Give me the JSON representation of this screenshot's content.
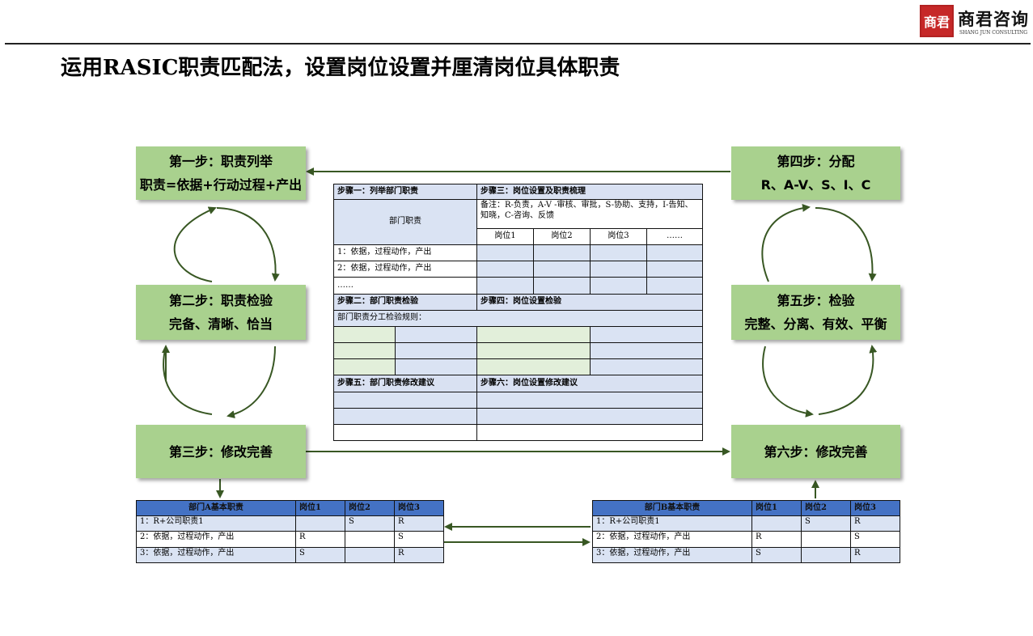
{
  "header": {
    "title": "运用RASIC职责匹配法，设置岗位设置并厘清岗位具体职责",
    "logo_mark": "商君",
    "logo_cn": "商君咨询",
    "logo_en": "SHANG JUN CONSULTING"
  },
  "steps": {
    "s1": {
      "line1": "第一步：职责列举",
      "line2": "职责=依据+行动过程+产出"
    },
    "s2": {
      "line1": "第二步：职责检验",
      "line2": "完备、清晰、恰当"
    },
    "s3": {
      "line1": "第三步：修改完善"
    },
    "s4": {
      "line1": "第四步：分配",
      "line2": "R、A-V、S、I、C"
    },
    "s5": {
      "line1": "第五步：检验",
      "line2": "完整、分离、有效、平衡"
    },
    "s6": {
      "line1": "第六步：修改完善"
    }
  },
  "center_table": {
    "h1": "步骤一：列举部门职责",
    "h3": "步骤三：岗位设置及职责梳理",
    "dept_duty": "部门职责",
    "note": "备注：R-负责，A-V -审核、审批，S-协助、支持，I-告知、知晓，C-咨询、反馈",
    "posts": [
      "岗位1",
      "岗位2",
      "岗位3",
      "……"
    ],
    "rows": [
      "1：依据，过程动作，产出",
      "2：依据，过程动作，产出",
      "……"
    ],
    "h2": "步骤二：部门职责检验",
    "h4": "步骤四：岗位设置检验",
    "rule": "部门职责分工检验规则：",
    "h5": "步骤五：部门职责修改建议",
    "h6": "步骤六：岗位设置修改建议"
  },
  "table_a": {
    "headers": [
      "部门A基本职责",
      "岗位1",
      "岗位2",
      "岗位3"
    ],
    "rows": [
      [
        "1：R+公司职责1",
        "",
        "S",
        "R"
      ],
      [
        "2：依据，过程动作，产出",
        "R",
        "",
        "S"
      ],
      [
        "3：依据，过程动作，产出",
        "S",
        "",
        "R"
      ]
    ]
  },
  "table_b": {
    "headers": [
      "部门B基本职责",
      "岗位1",
      "岗位2",
      "岗位3"
    ],
    "rows": [
      [
        "1：R+公司职责1",
        "",
        "S",
        "R"
      ],
      [
        "2：依据，过程动作，产出",
        "R",
        "",
        "S"
      ],
      [
        "3：依据，过程动作，产出",
        "S",
        "",
        "R"
      ]
    ]
  },
  "colors": {
    "step_fill": "#a9d18e",
    "arrow": "#385723",
    "table_blue": "#dae3f3",
    "table_green": "#e2efda",
    "header_blue": "#4472c4"
  }
}
